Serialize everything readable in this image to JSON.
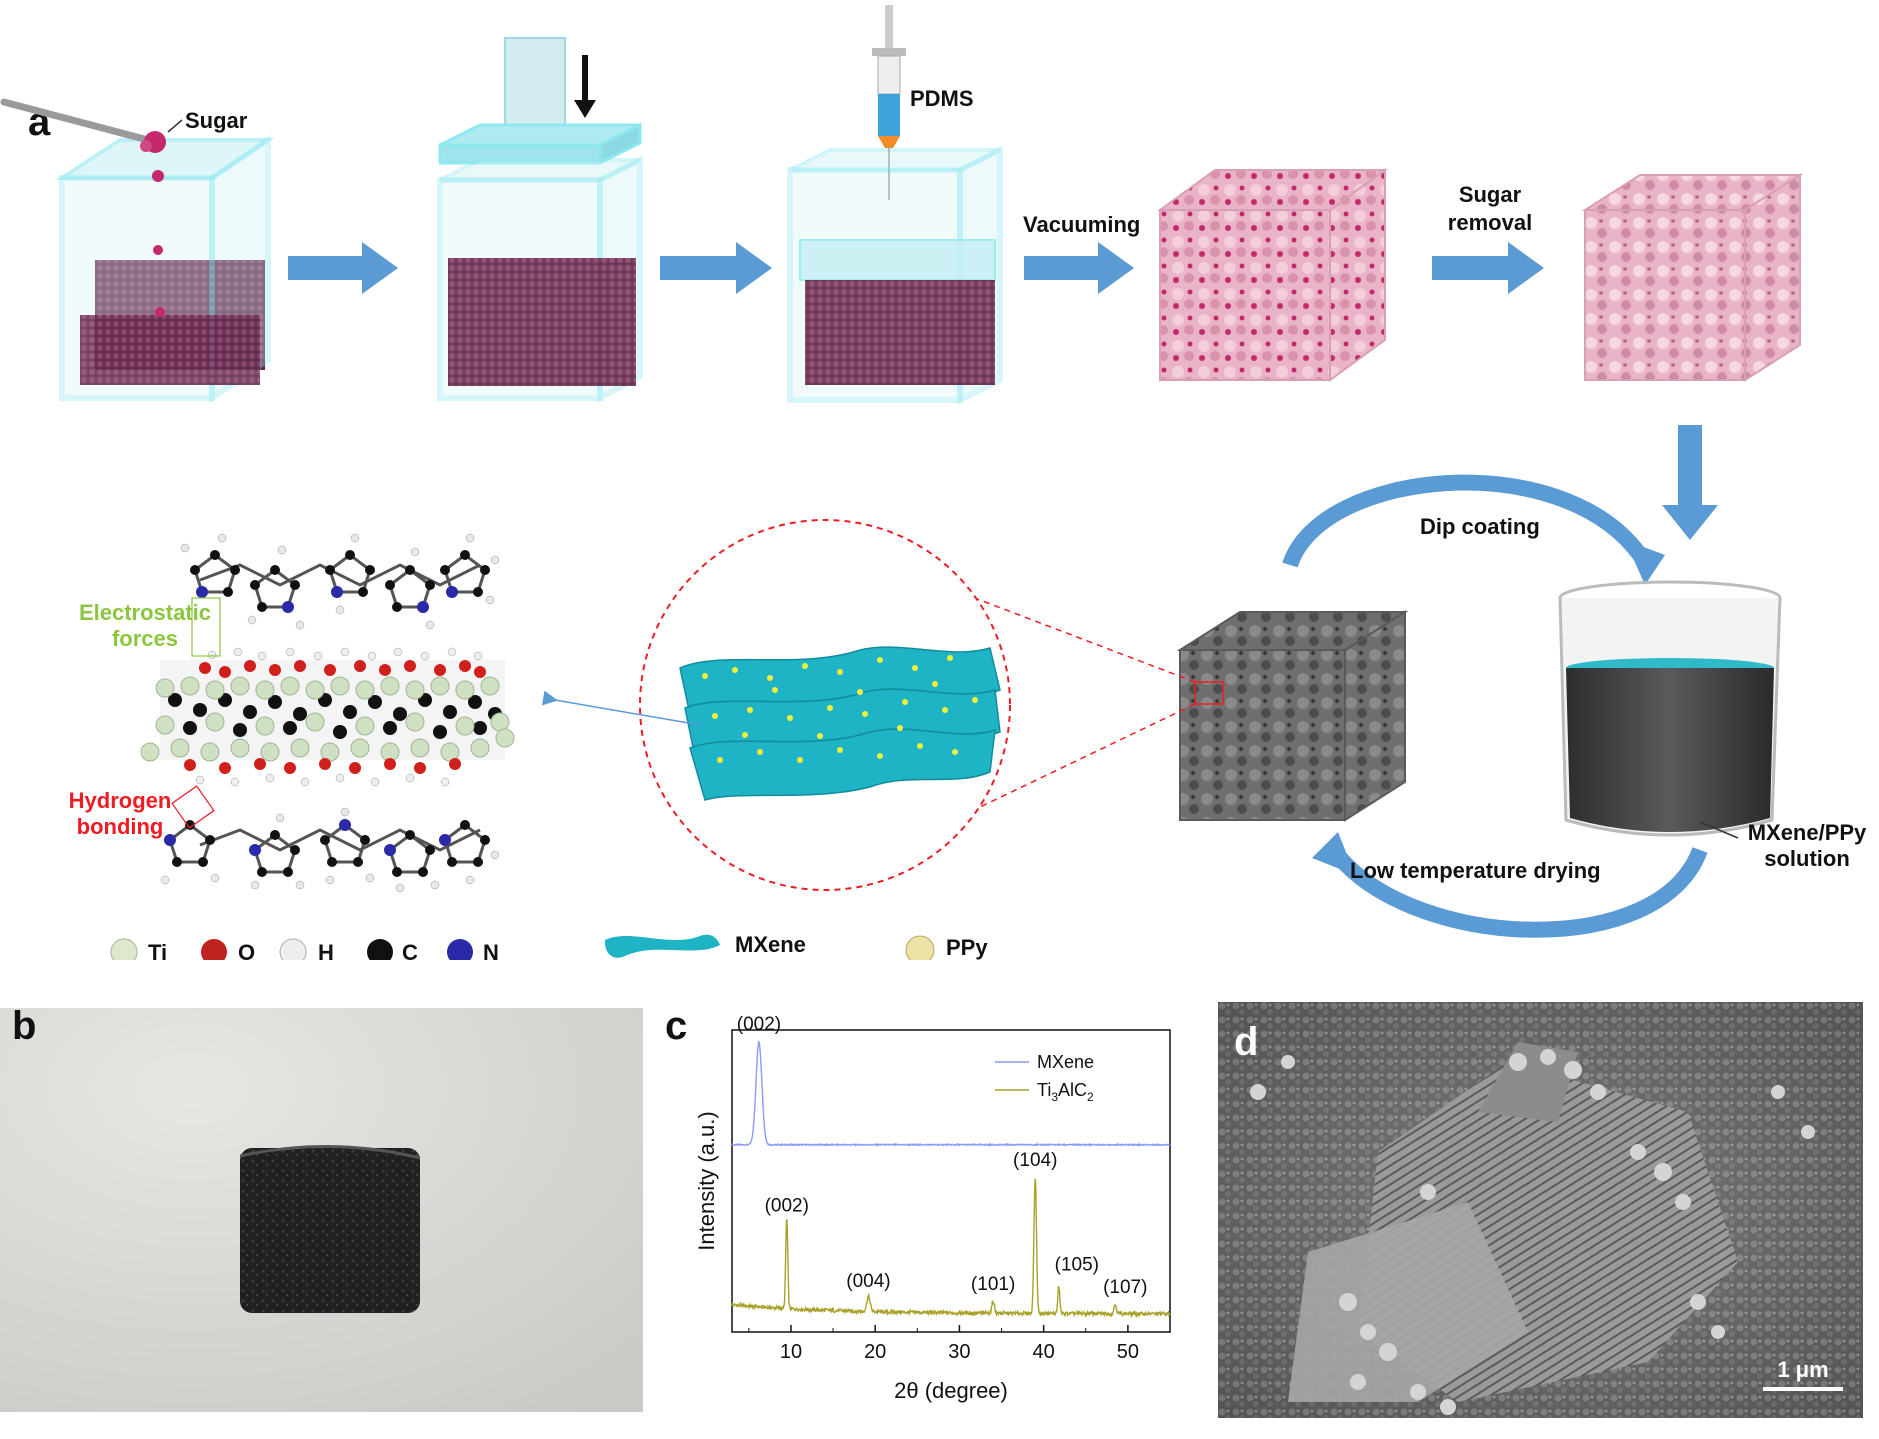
{
  "figure": {
    "panel_a": {
      "letter": "a",
      "labels": {
        "sugar": "Sugar",
        "pdms": "PDMS",
        "vacuuming": "Vacuuming",
        "sugar_removal_1": "Sugar",
        "sugar_removal_2": "removal",
        "dip_coating": "Dip coating",
        "low_temp_drying": "Low temperature drying",
        "solution_1": "MXene/PPy",
        "solution_2": "solution",
        "electrostatic_1": "Electrostatic",
        "electrostatic_2": "forces",
        "hydrogen_1": "Hydrogen",
        "hydrogen_2": "bonding"
      },
      "legend": [
        {
          "symbol": "Ti",
          "color": "#dfe8cf"
        },
        {
          "symbol": "O",
          "color": "#c0221f"
        },
        {
          "symbol": "H",
          "color": "#eeeeee"
        },
        {
          "symbol": "C",
          "color": "#111111"
        },
        {
          "symbol": "N",
          "color": "#2a2aa8"
        }
      ],
      "legend_mxene": "MXene",
      "legend_ppy": "PPy",
      "colors": {
        "arrow_blue": "#5b9bd5",
        "box_cyan": "#8ee8f0",
        "sugar_purple": "#6a2a4e",
        "foam_pink": "#e8aec2",
        "foam_magenta": "#c4296e",
        "foam_gray": "#6f6f6f",
        "mxene_teal": "#1fb3c6",
        "text_green": "#8cc63f",
        "text_red": "#ee1c24"
      }
    },
    "panel_b": {
      "letter": "b"
    },
    "panel_c": {
      "letter": "c"
    },
    "panel_d": {
      "letter": "d",
      "scale_bar": "1 μm"
    }
  },
  "chart_data": {
    "type": "line",
    "xlabel": "2θ (degree)",
    "ylabel": "Intensity (a.u.)",
    "xlim": [
      3,
      55
    ],
    "x_ticks": [
      10,
      20,
      30,
      40,
      50
    ],
    "y_ticks_shown": false,
    "legend_position": "top-right",
    "series": [
      {
        "name": "MXene",
        "color": "#8a9cf0",
        "baseline": 0.62,
        "peaks": [
          {
            "x": 6.2,
            "height": 0.34,
            "width": 0.35,
            "label": "(002)"
          }
        ]
      },
      {
        "name": "Ti3AlC2",
        "color": "#a8a22a",
        "baseline": 0.06,
        "peaks": [
          {
            "x": 9.5,
            "height": 0.3,
            "width": 0.12,
            "label": "(002)"
          },
          {
            "x": 19.2,
            "height": 0.05,
            "width": 0.2,
            "label": "(004)"
          },
          {
            "x": 34.0,
            "height": 0.04,
            "width": 0.15,
            "label": "(101)"
          },
          {
            "x": 39.0,
            "height": 0.45,
            "width": 0.15,
            "label": "(104)"
          },
          {
            "x": 41.8,
            "height": 0.09,
            "width": 0.12,
            "label": "(105)"
          },
          {
            "x": 48.5,
            "height": 0.03,
            "width": 0.15,
            "label": "(107)"
          }
        ]
      }
    ],
    "legend_labels": {
      "mxene": "MXene",
      "ti3alc2_prefix": "Ti",
      "ti3alc2_sub1": "3",
      "ti3alc2_mid": "AlC",
      "ti3alc2_sub2": "2"
    }
  }
}
